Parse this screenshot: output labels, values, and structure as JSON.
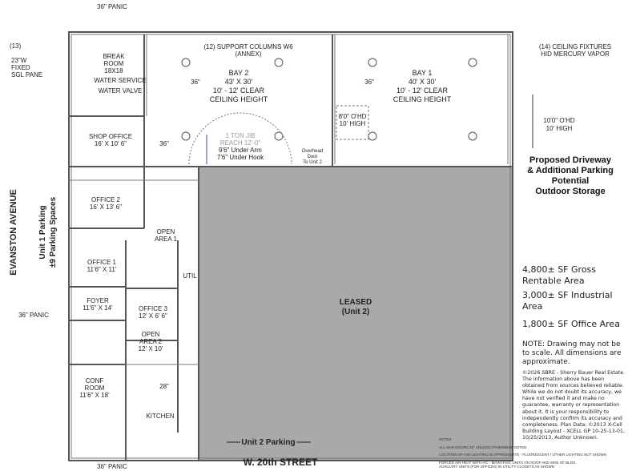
{
  "labels": {
    "panic_top": "36\" PANIC",
    "window_qty": "(13)",
    "window_desc": [
      "23\"W",
      "FIXED",
      "SGL PANE"
    ],
    "columns": [
      "(12) SUPPORT COLUMNS W6",
      "(ANNEX)"
    ],
    "fixtures": [
      "(14) CEILING FIXTURES",
      "HID MERCURY VAPOR"
    ],
    "break_room": [
      "BREAK",
      "ROOM",
      "18X18"
    ],
    "water_service": "WATER SERVICE",
    "water_valve": "WATER VALVE",
    "door_36_a": "36\"",
    "door_36_b": "36\"",
    "door_36_c": "36\"",
    "door_28": "28\"",
    "bay2": [
      "BAY 2",
      "43' X 30'",
      "10' - 12' CLEAR",
      "CEILING HEIGHT"
    ],
    "bay1": [
      "BAY 1",
      "40' X 30'",
      "10' - 12' CLEAR",
      "CEILING HEIGHT"
    ],
    "ohd_bay": [
      "8'0\" O'HD",
      "10' HIGH"
    ],
    "ohd_right": [
      "10'0\" O'HD",
      "10' HIGH"
    ],
    "shop_office": [
      "SHOP OFFICE",
      "16' X 10' 6\""
    ],
    "jib": [
      "1 TON JIB",
      "REACH 12'-0\"",
      "9'6\" Under Arm",
      "7'6\" Under Hook"
    ],
    "overhead_door": [
      "Overhead",
      "Door",
      "To Unit 2"
    ],
    "office2": [
      "OFFICE 2",
      "16' X 13' 6\""
    ],
    "open_area1": [
      "OPEN",
      "AREA 1"
    ],
    "office1": [
      "OFFICE 1",
      "11'6\" X 11'"
    ],
    "util": "UTIL",
    "foyer": [
      "FOYER",
      "11'6\" X 14'"
    ],
    "office3": [
      "OFFICE 3",
      "12' X 6' 6\""
    ],
    "open_area2": [
      "OPEN",
      "AREA 2",
      "12' X 10'"
    ],
    "conf_room": [
      "CONF",
      "ROOM",
      "11'6\" X 18'"
    ],
    "kitchen": "KITCHEN",
    "panic_left": "36\" PANIC",
    "panic_bottom": "36\" PANIC",
    "leased": [
      "LEASED",
      "(Unit 2)"
    ],
    "unit2_parking": "Unit 2 Parking",
    "street_bottom": "W. 20th STREET",
    "street_left": "EVANSTON AVENUE",
    "unit1_parking": [
      "Unit 1 Parking",
      "±9 Parking Spaces"
    ]
  },
  "notes": {
    "title": "NOTES",
    "lines": [
      "ALL MAN DOORS 32\" UNLESS OTHERWISE NOTED",
      "LOCATION OF HID LIGHTING IS APPROXIMATE - FLUORESCENT / OTHER LIGHTING NOT SHOWN",
      "FORCED AIR HEAT WITH A/C - MAIN HVAC UNITS ON ROOF AND SIDE OF BLDG.",
      "AUXILIARY UNITS (FOR OFFICES) IN UTILITY CLOSETS AS SHOWN"
    ]
  },
  "sidebar": {
    "driveway": [
      "Proposed Driveway",
      "& Additional Parking",
      "Potential",
      "Outdoor Storage"
    ],
    "gross": "4,800± SF Gross Rentable Area",
    "industrial": "3,000± SF Industrial Area",
    "office": "1,800± SF Office Area",
    "note": "NOTE: Drawing may not be to scale. All dimensions are approximate.",
    "copyright": "©2026 SBRE - Sherry Bauer Real Estate. The information above has been obtained from sources believed reliable. While we do not doubt its accuracy, we have not verified it and make no guarantee, warranty or representation about it. It is your responsibility to independently confirm its accuracy and completeness. Plan Data: ©2013 X-Cell Building Layout - XCELL GP 10-25-13-01, 10/25/2013, Author Unknown."
  },
  "colors": {
    "leased": "#a9a9a9",
    "wall": "#555555"
  }
}
